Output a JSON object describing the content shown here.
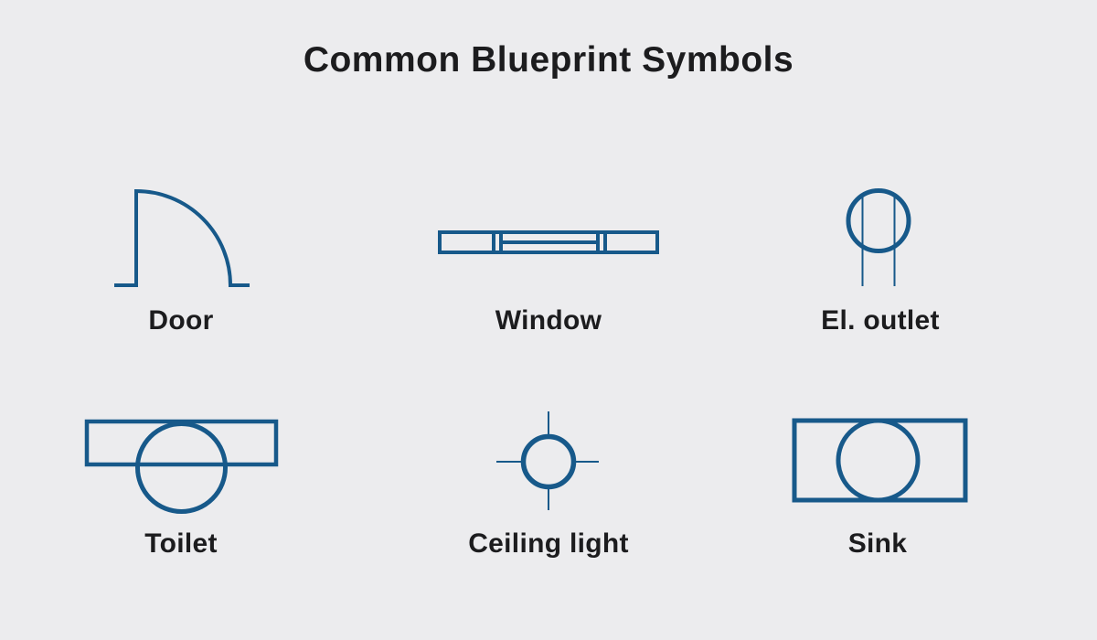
{
  "title": "Common Blueprint Symbols",
  "colors": {
    "background": "#ececee",
    "accent": "#17598a",
    "text": "#1c1c1e"
  },
  "symbols": [
    {
      "id": "door",
      "label": "Door",
      "icon": "door-swing-icon",
      "row": 1,
      "column": 1
    },
    {
      "id": "window",
      "label": "Window",
      "icon": "window-plan-icon",
      "row": 1,
      "column": 2
    },
    {
      "id": "el-outlet",
      "label": "El. outlet",
      "icon": "outlet-circle-icon",
      "row": 1,
      "column": 3
    },
    {
      "id": "toilet",
      "label": "Toilet",
      "icon": "toilet-plan-icon",
      "row": 2,
      "column": 1
    },
    {
      "id": "ceiling-light",
      "label": "Ceiling light",
      "icon": "ceiling-light-icon",
      "row": 2,
      "column": 2
    },
    {
      "id": "sink",
      "label": "Sink",
      "icon": "sink-plan-icon",
      "row": 2,
      "column": 3
    }
  ]
}
